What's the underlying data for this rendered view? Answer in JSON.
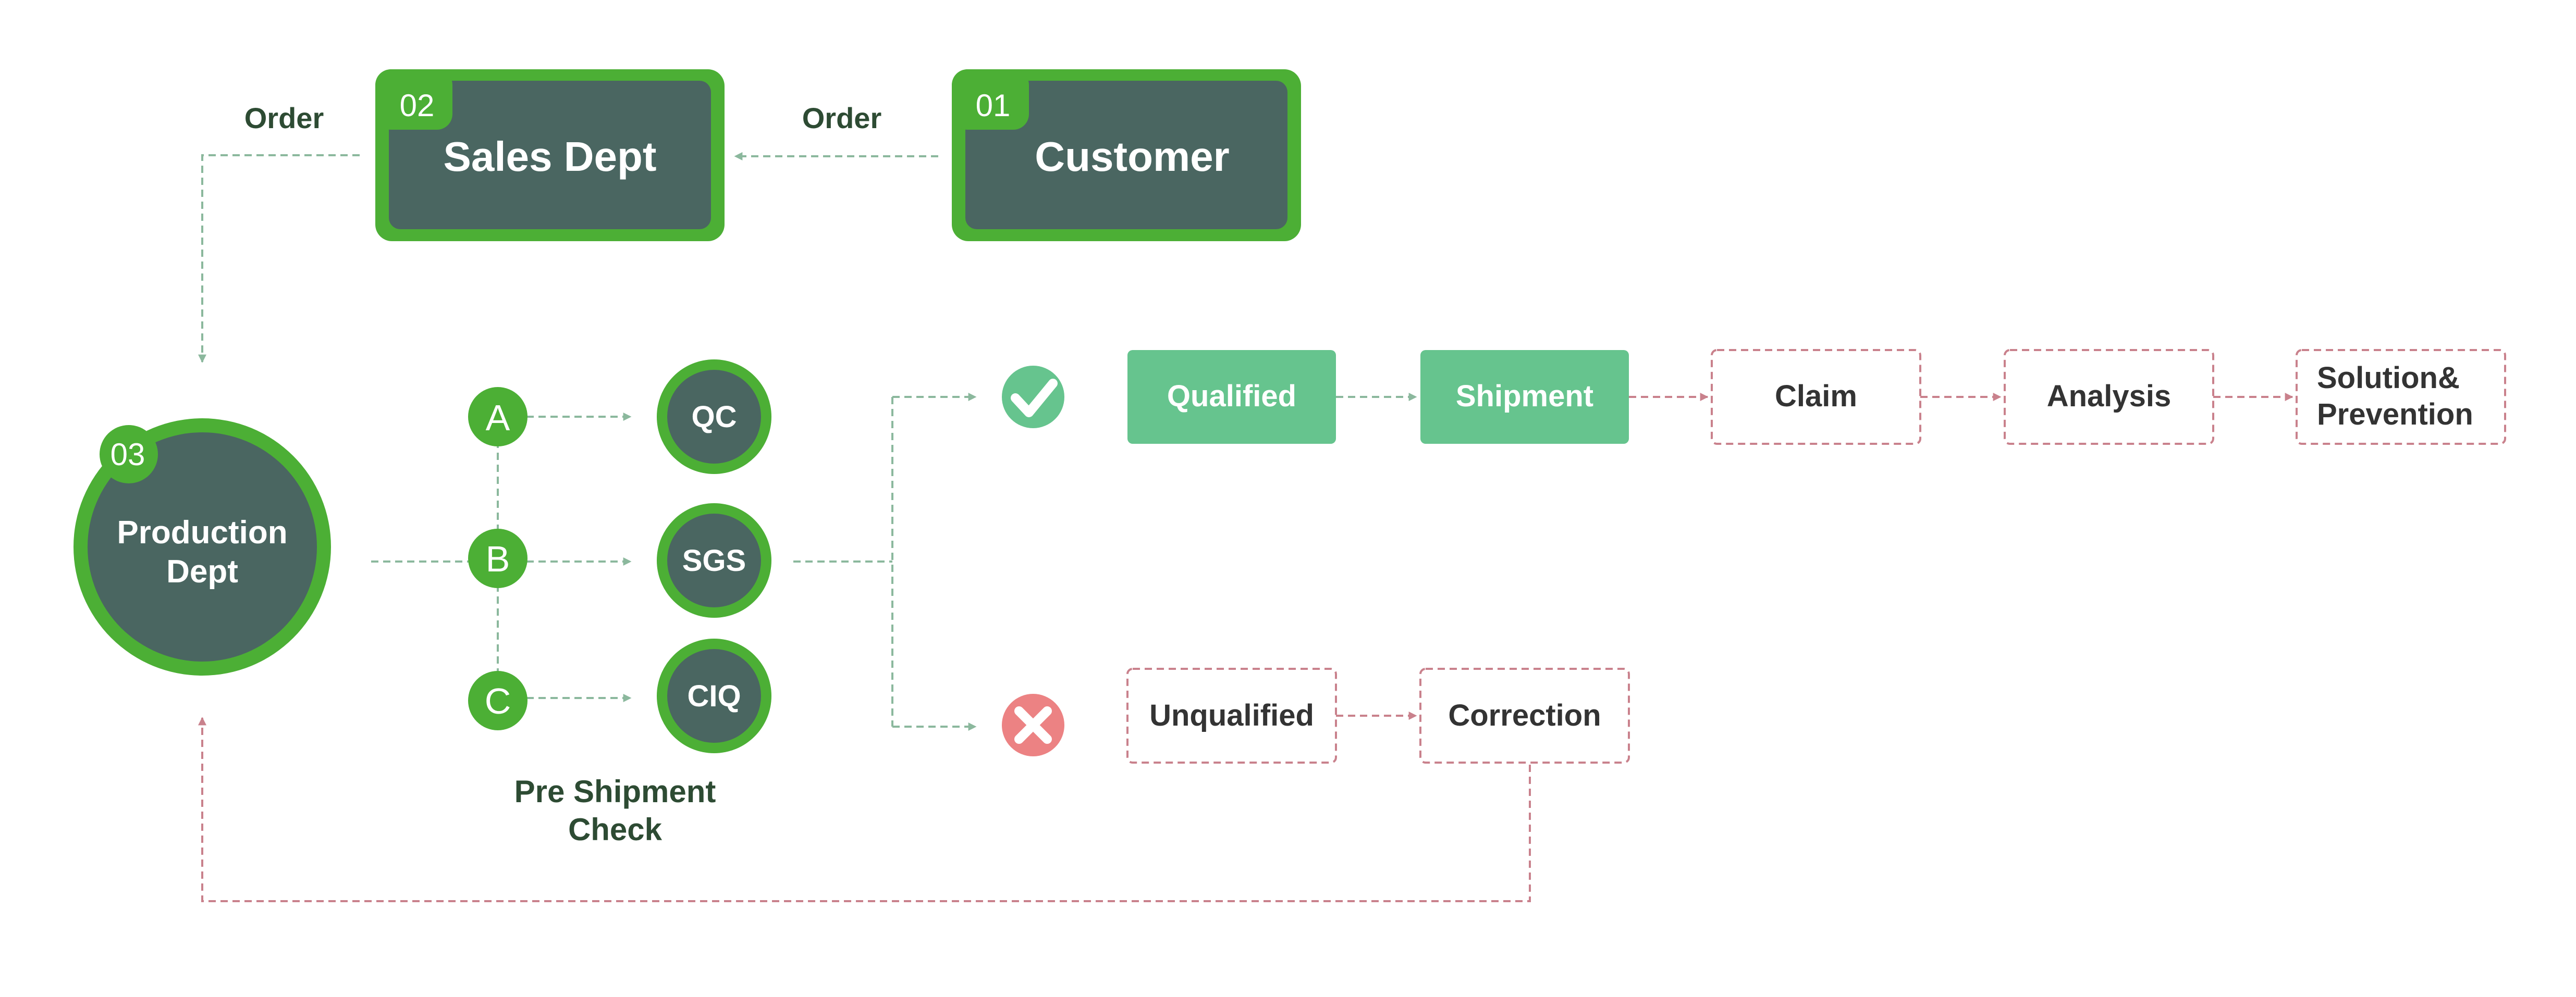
{
  "colors": {
    "green": "#4caf35",
    "dark": "#4a6661",
    "mint": "#66c48e",
    "pink": "#c9818c",
    "red": "#ec8283",
    "text_dark": "#333333",
    "label_green": "#2d4b33",
    "flow_green": "#8bb89d"
  },
  "nodes": {
    "customer": {
      "number": "01",
      "label": "Customer"
    },
    "sales": {
      "number": "02",
      "label": "Sales Dept"
    },
    "production": {
      "number": "03",
      "label_line1": "Production",
      "label_line2": "Dept"
    }
  },
  "edges": {
    "order_to_sales": "Order",
    "order_to_production": "Order"
  },
  "checks": {
    "branches": [
      {
        "letter": "A",
        "agency": "QC"
      },
      {
        "letter": "B",
        "agency": "SGS"
      },
      {
        "letter": "C",
        "agency": "CIQ"
      }
    ],
    "caption_line1": "Pre Shipment",
    "caption_line2": "Check"
  },
  "result_icons": {
    "pass": "check-icon",
    "fail": "cross-icon"
  },
  "qualified_flow": {
    "qualified": "Qualified",
    "shipment": "Shipment",
    "claim": "Claim",
    "analysis": "Analysis",
    "solution_line1": "Solution&",
    "solution_line2": "Prevention"
  },
  "unqualified_flow": {
    "unqualified": "Unqualified",
    "correction": "Correction"
  }
}
